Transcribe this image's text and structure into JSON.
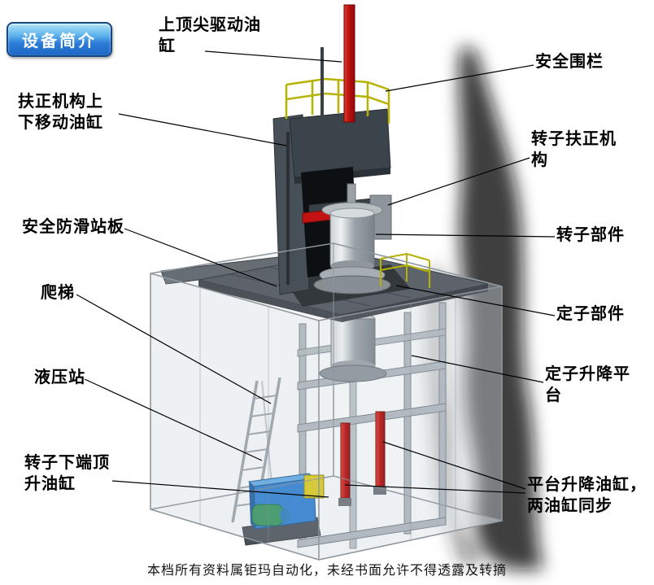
{
  "badge": {
    "label": "设备简介"
  },
  "diagram": {
    "labels": [
      {
        "id": "top-drive-cylinder",
        "text": "上顶尖驱动油\n缸"
      },
      {
        "id": "safety-fence",
        "text": "安全围栏"
      },
      {
        "id": "centering-lift-cylinder",
        "text": "扶正机构上\n下移动油缸"
      },
      {
        "id": "rotor-centering-mechanism",
        "text": "转子扶正机\n构"
      },
      {
        "id": "anti-slip-platform",
        "text": "安全防滑站板"
      },
      {
        "id": "rotor-part",
        "text": "转子部件"
      },
      {
        "id": "ladder",
        "text": "爬梯"
      },
      {
        "id": "stator-part",
        "text": "定子部件"
      },
      {
        "id": "hydraulic-station",
        "text": "液压站"
      },
      {
        "id": "stator-lift-platform",
        "text": "定子升降平\n台"
      },
      {
        "id": "rotor-bottom-jack-cylinder",
        "text": "转子下端顶\n升油缸"
      },
      {
        "id": "platform-lift-cylinders",
        "text": "平台升降油缸，\n两油缸同步"
      }
    ]
  },
  "footer": {
    "text": "本档所有资料属钜玛自动化，未经书面允许不得透露及转摘"
  },
  "colors": {
    "badge_blue": "#2c7cd8",
    "cylinder_red": "#b80f0f",
    "railing_yellow": "#b5b200",
    "hydraulic_blue": "#2c7ecf",
    "platform_gray": "#5c636a"
  }
}
